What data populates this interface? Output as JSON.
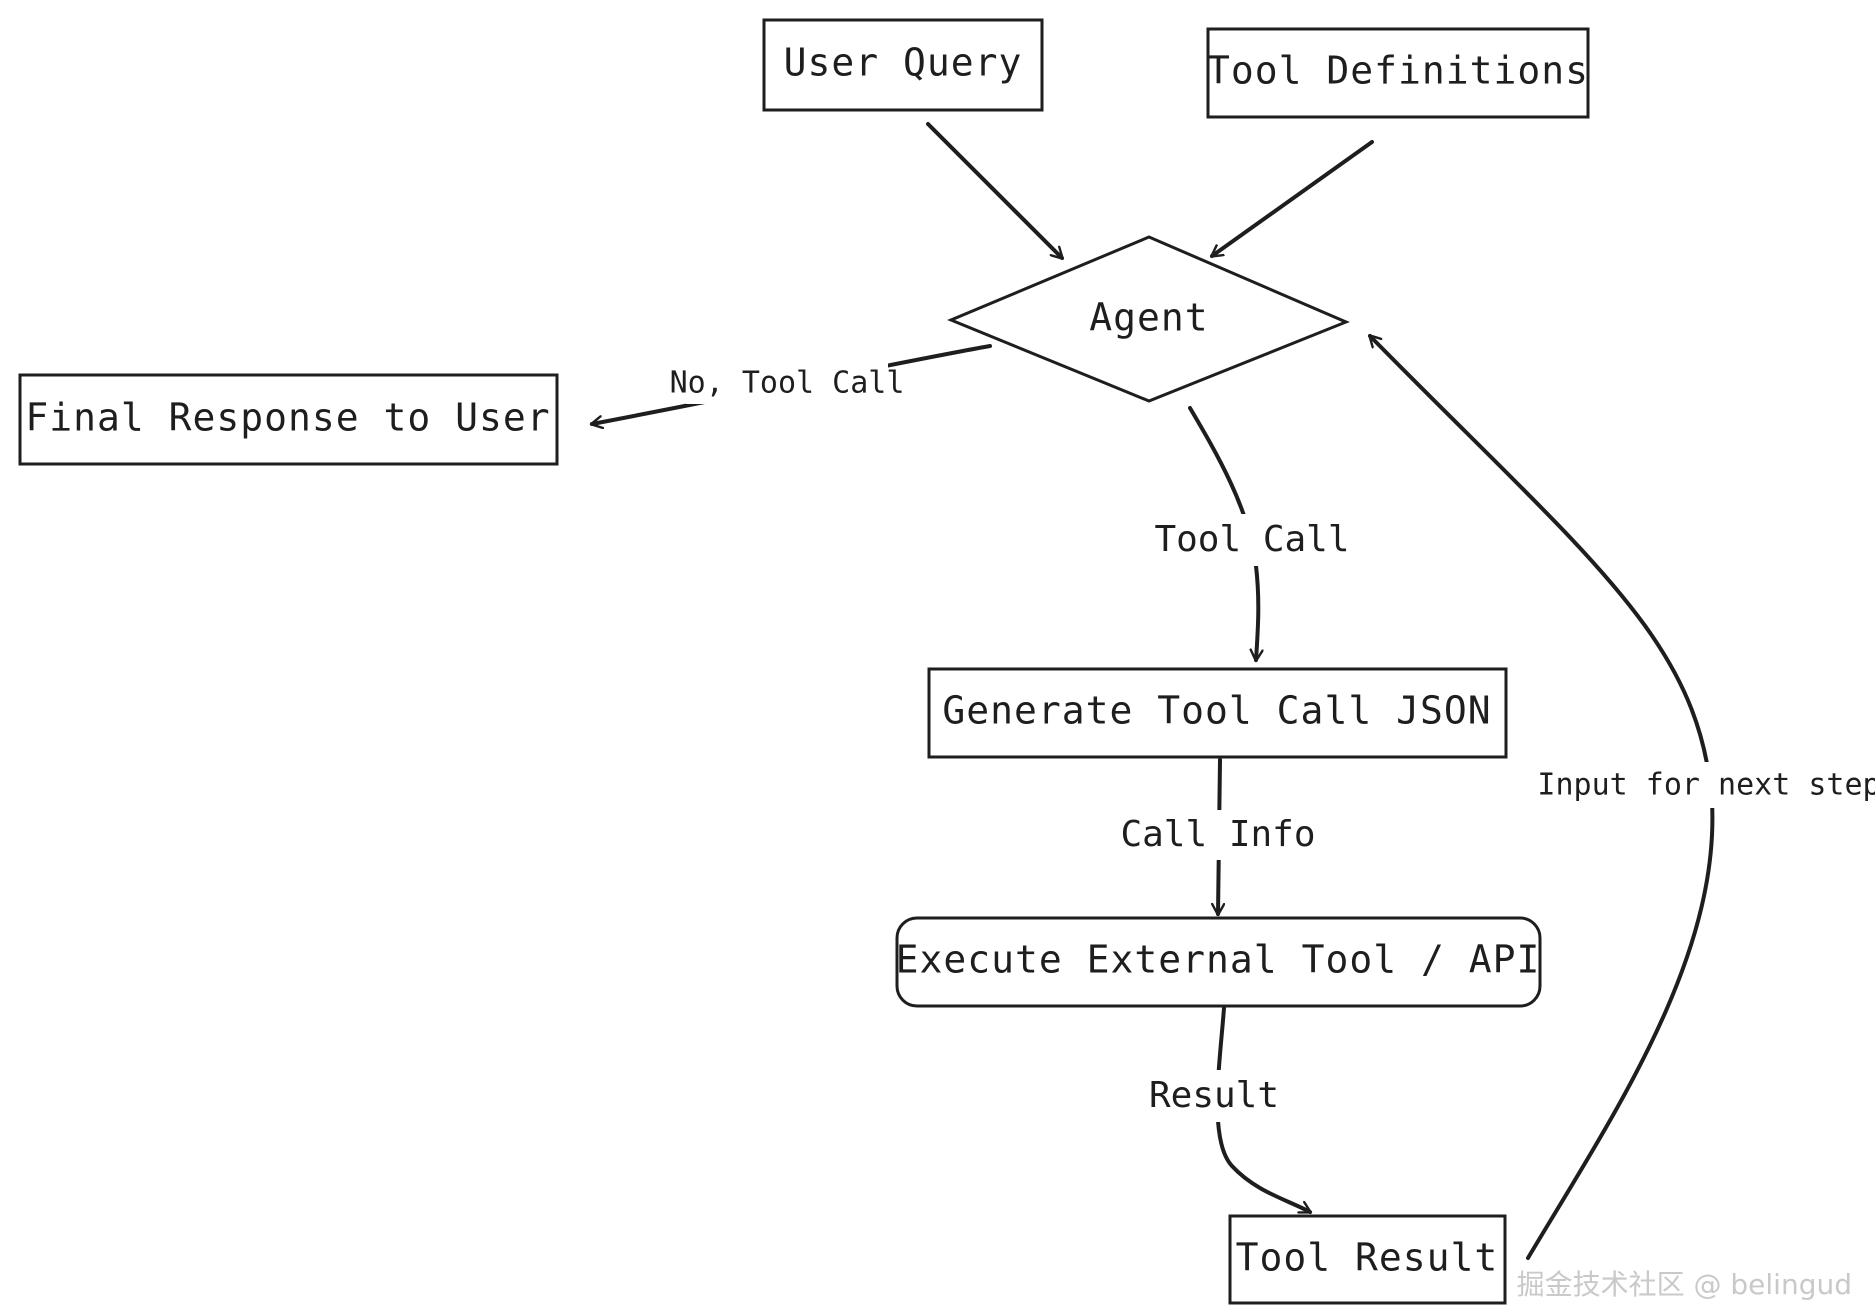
{
  "nodes": {
    "user_query": "User Query",
    "tool_definitions": "Tool Definitions",
    "agent": "Agent",
    "final_response": "Final Response to User",
    "generate_tool_call": "Generate Tool Call JSON",
    "execute_tool": "Execute External Tool / API",
    "tool_result": "Tool Result"
  },
  "edges": {
    "no_tool_call": "No, Tool Call",
    "tool_call": "Tool Call",
    "call_info": "Call Info",
    "result": "Result",
    "input_next_step": "Input for next step"
  },
  "watermark": "掘金技术社区 @ belingud",
  "colors": {
    "stroke": "#1e1e1e",
    "background": "#ffffff",
    "watermark": "#c9c9c9"
  }
}
